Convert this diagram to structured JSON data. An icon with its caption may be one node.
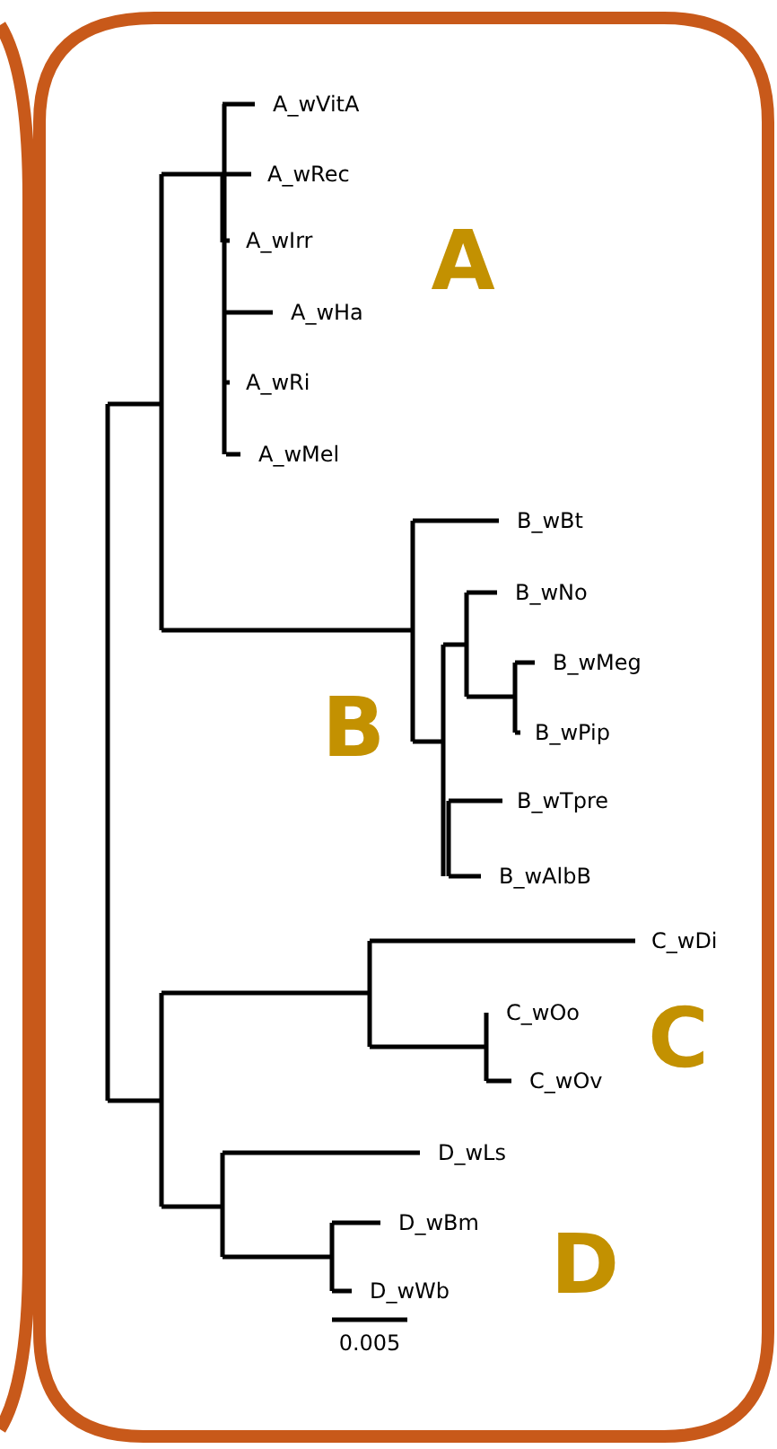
{
  "diagram": {
    "labels": [
      "A_wVitA",
      "A_wRec",
      "A_wIrr",
      "A",
      "A_wHa",
      "A_wRi",
      "A_wMel",
      "B_wBt",
      "B_wNo",
      "B_wMeg",
      "B",
      "B_wPip",
      "B_wTpre",
      "B_wAlbB",
      "C_wDi",
      "C_wOo",
      "C",
      "C_wOv",
      "D_wLs",
      "D_wBm",
      "D",
      "D_wWb",
      "0.005"
    ]
  }
}
